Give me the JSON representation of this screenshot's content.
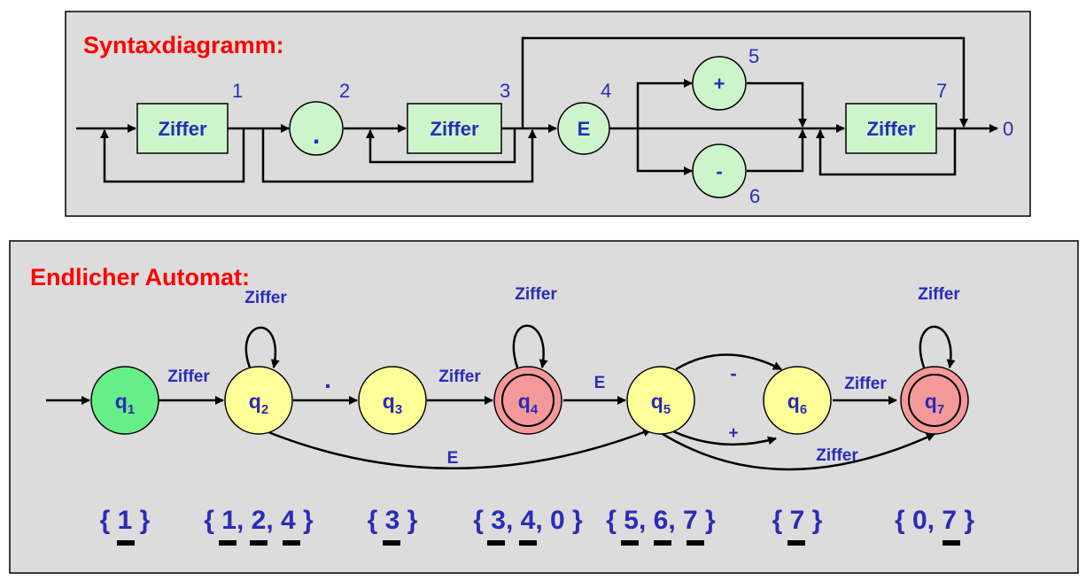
{
  "syntax": {
    "title": "Syntaxdiagramm:",
    "terminals": [
      "Ziffer",
      ".",
      "Ziffer",
      "E",
      "+",
      "-",
      "Ziffer"
    ],
    "numbers": [
      "1",
      "2",
      "3",
      "4",
      "5",
      "6",
      "7",
      "0"
    ]
  },
  "automaton": {
    "title": "Endlicher Automat:",
    "states": [
      {
        "letter": "q",
        "sub": "1"
      },
      {
        "letter": "q",
        "sub": "2"
      },
      {
        "letter": "q",
        "sub": "3"
      },
      {
        "letter": "q",
        "sub": "4"
      },
      {
        "letter": "q",
        "sub": "5"
      },
      {
        "letter": "q",
        "sub": "6"
      },
      {
        "letter": "q",
        "sub": "7"
      }
    ],
    "edge_labels": {
      "q1_q2": "Ziffer",
      "q2_loop": "Ziffer",
      "q2_q3": ".",
      "q3_q4": "Ziffer",
      "q4_loop": "Ziffer",
      "q4_q5": "E",
      "q2_q5": "E",
      "q5_q6_top": "-",
      "q5_q6_bottom": "+",
      "q6_q7": "Ziffer",
      "q5_q7": "Ziffer",
      "q7_loop": "Ziffer"
    },
    "sets": [
      "{ 1 }",
      "{ 1, 2, 4 }",
      "{ 3 }",
      "{ 3, 4, 0 }",
      "{ 5, 6, 7 }",
      "{ 7 }",
      "{ 0, 7 }"
    ]
  },
  "colors": {
    "panel_bg": "#dcdcdc",
    "title": "#ff0000",
    "text_blue": "#2b2bb8",
    "box_fill": "#ccf5cc",
    "start_state": "#66ee88",
    "normal_state": "#ffff99",
    "final_state": "#f49999"
  }
}
